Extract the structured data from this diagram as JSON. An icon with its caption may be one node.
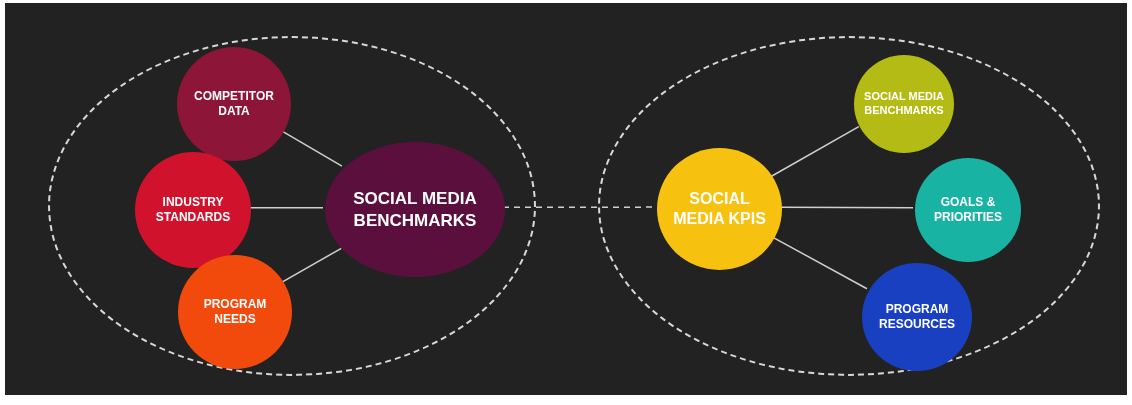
{
  "diagram": {
    "nodes": [
      {
        "text": [],
        "shape": "circle"
      },
      {
        "text": [
          "COMPETITOR DATA"
        ],
        "in": 0
      },
      {
        "text": [
          "INDUSTRY STANDARDS"
        ],
        "in": 0
      },
      {
        "text": [
          "PROGRAM NEEDS"
        ],
        "in": 0
      },
      {
        "text": [
          "SOCIAL MEDIA BENCHMARKS"
        ],
        "in": 0
      },
      {
        "text": [],
        "shape": "circle"
      },
      {
        "text": [
          "SOCIAL MEDIA KPIS"
        ],
        "in": 5
      },
      {
        "text": [
          "SOCIAL MEDIA BENCHMARKS"
        ],
        "in": 5
      },
      {
        "text": [
          "GOALS & PRIORITIES"
        ],
        "in": 5
      },
      {
        "text": [
          "PROGRAM RESOURCES"
        ],
        "in": 5
      }
    ],
    "edges": [
      {
        "from": 1,
        "to": 4,
        "arrow": "none"
      },
      {
        "from": 2,
        "to": 4,
        "arrow": "none"
      },
      {
        "from": 3,
        "to": 4,
        "arrow": "none"
      },
      {
        "from": 4,
        "to": 6,
        "arrow": "none",
        "style": "dashed"
      },
      {
        "from": 6,
        "to": 7,
        "arrow": "none"
      },
      {
        "from": 6,
        "to": 8,
        "arrow": "none"
      },
      {
        "from": 6,
        "to": 9,
        "arrow": "none"
      }
    ]
  }
}
